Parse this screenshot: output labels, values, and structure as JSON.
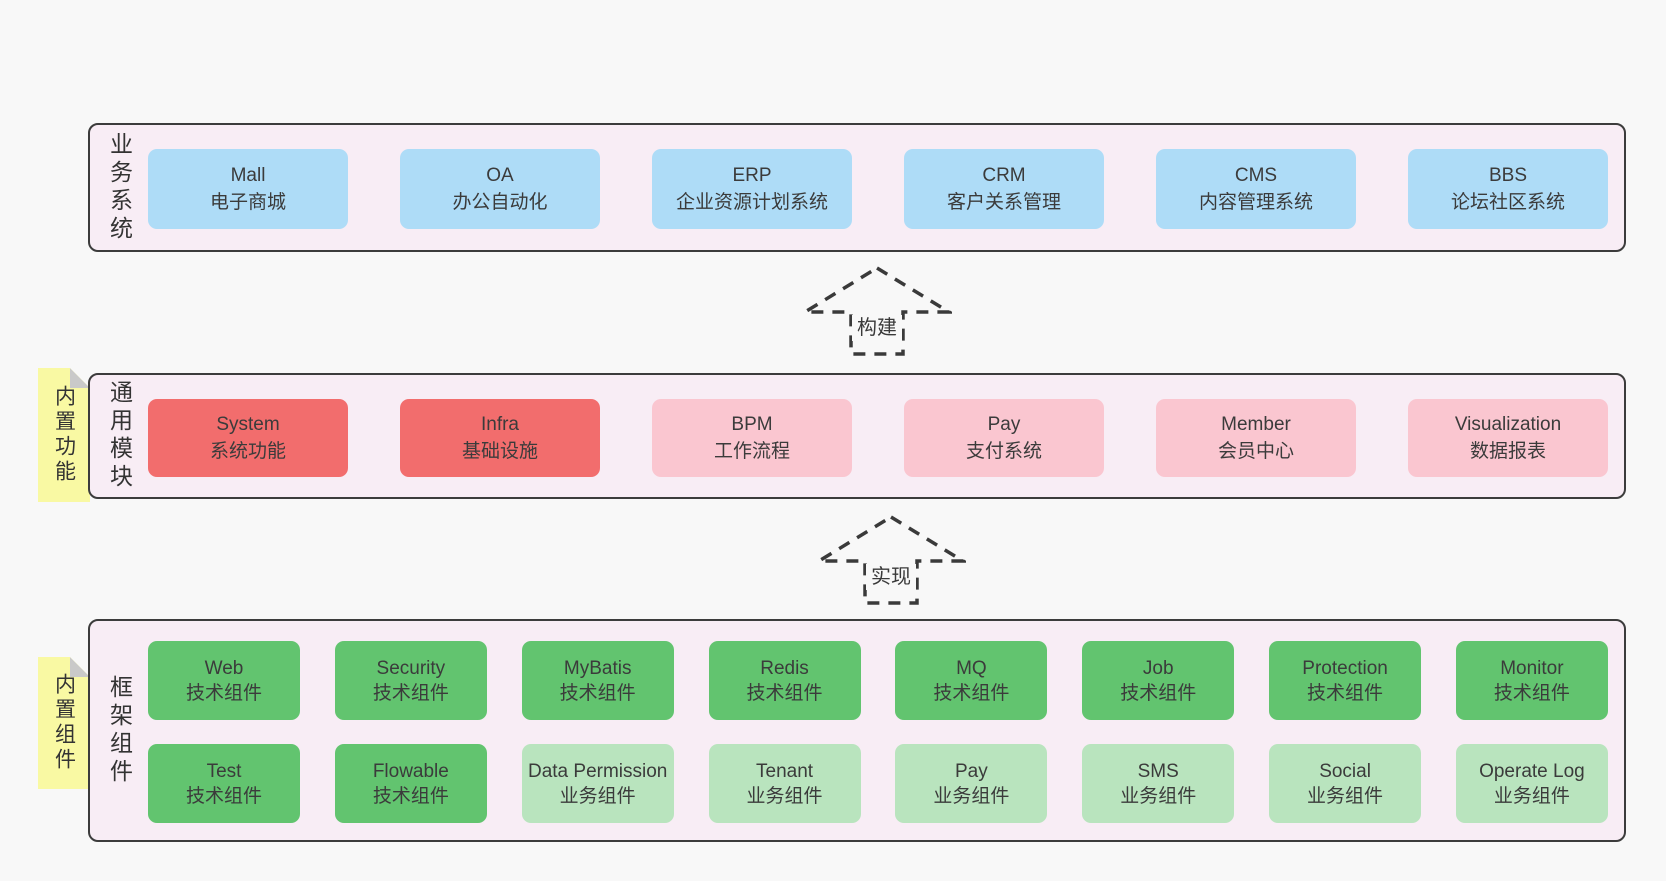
{
  "palette": {
    "page_bg": "#f8f8f8",
    "panel_bg": "#f8edf5",
    "panel_border": "#3c3c3c",
    "blue": "#aedcf7",
    "red": "#f26d6d",
    "pink": "#fac6d0",
    "green": "#62c46f",
    "light_green": "#b9e4be",
    "note_yellow": "#f9f9a3",
    "note_fold": "#c9c9c9",
    "text": "#3a3a3a"
  },
  "layers": {
    "business": {
      "side_label": "业务系统",
      "boxes": [
        {
          "name": "Mall",
          "desc": "电子商城",
          "variant": "blue"
        },
        {
          "name": "OA",
          "desc": "办公自动化",
          "variant": "blue"
        },
        {
          "name": "ERP",
          "desc": "企业资源计划系统",
          "variant": "blue"
        },
        {
          "name": "CRM",
          "desc": "客户关系管理",
          "variant": "blue"
        },
        {
          "name": "CMS",
          "desc": "内容管理系统",
          "variant": "blue"
        },
        {
          "name": "BBS",
          "desc": "论坛社区系统",
          "variant": "blue"
        }
      ]
    },
    "modules": {
      "side_label": "通用模块",
      "note": "内置功能",
      "boxes": [
        {
          "name": "System",
          "desc": "系统功能",
          "variant": "red"
        },
        {
          "name": "Infra",
          "desc": "基础设施",
          "variant": "red"
        },
        {
          "name": "BPM",
          "desc": "工作流程",
          "variant": "pink"
        },
        {
          "name": "Pay",
          "desc": "支付系统",
          "variant": "pink"
        },
        {
          "name": "Member",
          "desc": "会员中心",
          "variant": "pink"
        },
        {
          "name": "Visualization",
          "desc": "数据报表",
          "variant": "pink"
        }
      ]
    },
    "framework": {
      "side_label": "框架组件",
      "note": "内置组件",
      "row1": [
        {
          "name": "Web",
          "desc": "技术组件",
          "variant": "green"
        },
        {
          "name": "Security",
          "desc": "技术组件",
          "variant": "green"
        },
        {
          "name": "MyBatis",
          "desc": "技术组件",
          "variant": "green"
        },
        {
          "name": "Redis",
          "desc": "技术组件",
          "variant": "green"
        },
        {
          "name": "MQ",
          "desc": "技术组件",
          "variant": "green"
        },
        {
          "name": "Job",
          "desc": "技术组件",
          "variant": "green"
        },
        {
          "name": "Protection",
          "desc": "技术组件",
          "variant": "green"
        },
        {
          "name": "Monitor",
          "desc": "技术组件",
          "variant": "green"
        }
      ],
      "row2": [
        {
          "name": "Test",
          "desc": "技术组件",
          "variant": "green"
        },
        {
          "name": "Flowable",
          "desc": "技术组件",
          "variant": "green"
        },
        {
          "name": "Data Permission",
          "desc": "业务组件",
          "variant": "light_green"
        },
        {
          "name": "Tenant",
          "desc": "业务组件",
          "variant": "light_green"
        },
        {
          "name": "Pay",
          "desc": "业务组件",
          "variant": "light_green"
        },
        {
          "name": "SMS",
          "desc": "业务组件",
          "variant": "light_green"
        },
        {
          "name": "Social",
          "desc": "业务组件",
          "variant": "light_green"
        },
        {
          "name": "Operate Log",
          "desc": "业务组件",
          "variant": "light_green"
        }
      ]
    }
  },
  "arrows": {
    "build": {
      "label": "构建"
    },
    "implement": {
      "label": "实现"
    }
  }
}
